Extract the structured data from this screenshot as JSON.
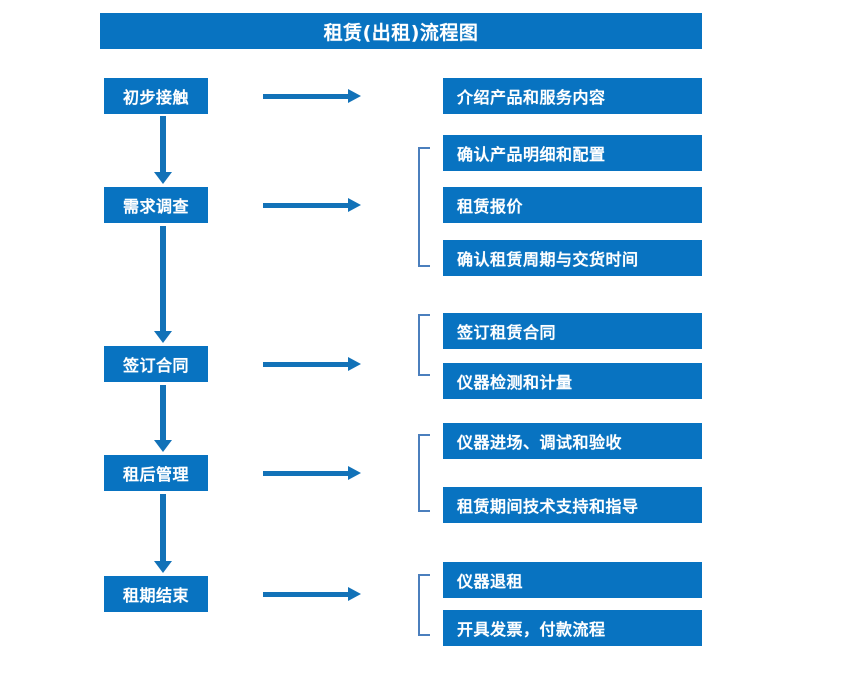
{
  "diagram": {
    "title": "租赁(出租)流程图",
    "accent_color": "#0873c1",
    "arrow_color": "#1272b8",
    "bracket_color": "#4b7fbd",
    "text_color": "#ffffff",
    "background_color": "#ffffff",
    "stages": [
      {
        "id": "stage-1",
        "label": "初步接触"
      },
      {
        "id": "stage-2",
        "label": "需求调查"
      },
      {
        "id": "stage-3",
        "label": "签订合同"
      },
      {
        "id": "stage-4",
        "label": "租后管理"
      },
      {
        "id": "stage-5",
        "label": "租期结束"
      }
    ],
    "details": [
      {
        "id": "detail-1",
        "label": "介绍产品和服务内容"
      },
      {
        "id": "detail-2",
        "label": "确认产品明细和配置"
      },
      {
        "id": "detail-3",
        "label": "租赁报价"
      },
      {
        "id": "detail-4",
        "label": "确认租赁周期与交货时间"
      },
      {
        "id": "detail-5",
        "label": "签订租赁合同"
      },
      {
        "id": "detail-6",
        "label": "仪器检测和计量"
      },
      {
        "id": "detail-7",
        "label": "仪器进场、调试和验收"
      },
      {
        "id": "detail-8",
        "label": "租赁期间技术支持和指导"
      },
      {
        "id": "detail-9",
        "label": "仪器退租"
      },
      {
        "id": "detail-10",
        "label": "开具发票，付款流程"
      }
    ],
    "connectors": {
      "horizontal_arrow_count": 5,
      "vertical_arrow_count": 4,
      "bracket_count": 4
    }
  }
}
